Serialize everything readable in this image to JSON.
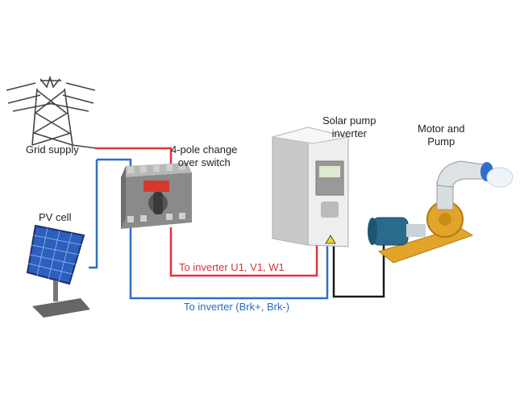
{
  "labels": {
    "grid_supply": "Grid supply",
    "pv_cell": "PV cell",
    "switch_line1": "4-pole change",
    "switch_line2": "over switch",
    "inverter_line1": "Solar pump",
    "inverter_line2": "inverter",
    "motor_line1": "Motor and",
    "motor_line2": "Pump",
    "red_wire": "To inverter U1, V1, W1",
    "blue_wire": "To inverter (Brk+, Brk-)"
  },
  "colors": {
    "red_wire": "#e0323a",
    "blue_wire": "#2f6fc7",
    "black_wire": "#1a1a1a",
    "pump_body": "#e2a52a",
    "motor": "#2a6a8a",
    "solar_panel": "#2d5fbf",
    "switch_body": "#9a9a9a",
    "switch_handle": "#d33a2a",
    "inverter_body": "#eeeeee"
  },
  "icons": [
    "transmission-tower-icon",
    "solar-panel-icon",
    "changeover-switch-icon",
    "inverter-icon",
    "motor-pump-icon"
  ]
}
